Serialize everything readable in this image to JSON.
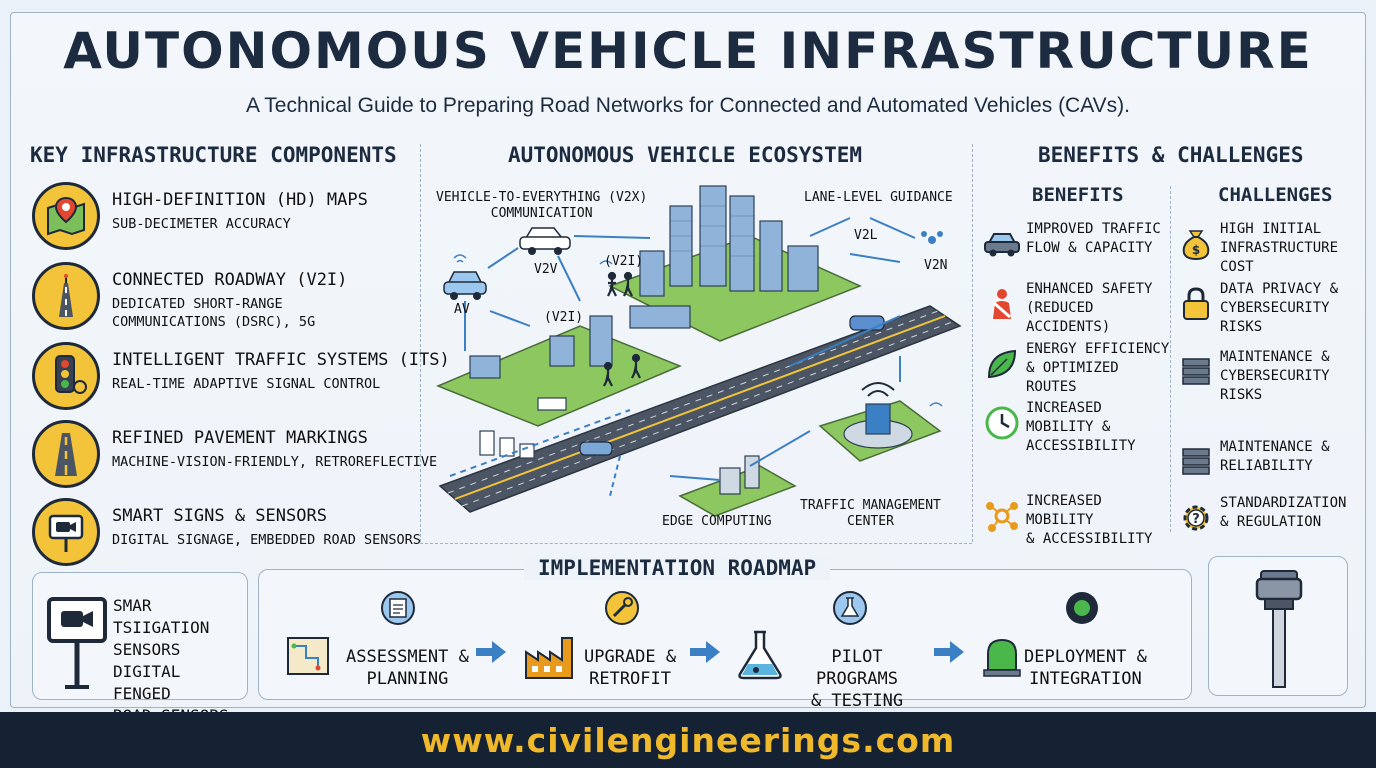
{
  "header": {
    "title": "AUTONOMOUS VEHICLE INFRASTRUCTURE",
    "subtitle": "A Technical Guide to Preparing Road Networks for Connected and Automated Vehicles (CAVs)."
  },
  "components": {
    "heading": "KEY INFRASTRUCTURE COMPONENTS",
    "items": [
      {
        "title": "HIGH-DEFINITION (HD) MAPS",
        "detail": "SUB-DECIMETER ACCURACY",
        "icon": "map-pin-icon"
      },
      {
        "title": "CONNECTED ROADWAY (V2I)",
        "detail": "DEDICATED SHORT-RANGE\nCOMMUNICATIONS (DSRC), 5G",
        "icon": "road-antenna-icon"
      },
      {
        "title": "INTELLIGENT TRAFFIC SYSTEMS (ITS)",
        "detail": "REAL-TIME ADAPTIVE SIGNAL CONTROL",
        "icon": "traffic-light-icon"
      },
      {
        "title": "REFINED PAVEMENT MARKINGS",
        "detail": "MACHINE-VISION-FRIENDLY, RETROREFLECTIVE",
        "icon": "road-markings-icon"
      },
      {
        "title": "SMART SIGNS & SENSORS",
        "detail": "DIGITAL SIGNAGE, EMBEDDED ROAD SENSORS",
        "icon": "camera-sign-icon"
      }
    ]
  },
  "ecosystem": {
    "heading": "AUTONOMOUS VEHICLE ECOSYSTEM",
    "labels": {
      "v2x": "VEHICLE-TO-EVERYTHING (V2X)\nCOMMUNICATION",
      "lane": "LANE-LEVEL GUIDANCE",
      "v2v": "V2V",
      "v2i_a": "(V2I)",
      "v2i_b": "(V2I)",
      "v2l": "V2L",
      "v2n": "V2N",
      "av": "AV",
      "edge": "EDGE COMPUTING",
      "tmc": "TRAFFIC MANAGEMENT\nCENTER"
    }
  },
  "benefits_challenges": {
    "heading": "BENEFITS & CHALLENGES",
    "benefits_heading": "BENEFITS",
    "challenges_heading": "CHALLENGES",
    "benefits": [
      {
        "text": "IMPROVED TRAFFIC\nFLOW & CAPACITY",
        "icon": "car-icon"
      },
      {
        "text": "ENHANCED SAFETY\n(REDUCED ACCIDENTS)",
        "icon": "seatbelt-icon"
      },
      {
        "text": "ENERGY EFFICIENCY\n& OPTIMIZED ROUTES",
        "icon": "leaf-icon"
      },
      {
        "text": "INCREASED\nMOBILITY &\nACCESSIBILITY",
        "icon": "clock-icon"
      },
      {
        "text": "INCREASED MOBILITY\n& ACCESSIBILITY",
        "icon": "network-icon"
      }
    ],
    "challenges": [
      {
        "text": "HIGH INITIAL\nINFRASTRUCTURE COST",
        "icon": "money-bag-icon"
      },
      {
        "text": "DATA PRIVACY &\nCYBERSECURITY RISKS",
        "icon": "padlock-icon"
      },
      {
        "text": "MAINTENANCE &\nCYBERSECURITY RISKS",
        "icon": "server-icon"
      },
      {
        "text": "MAINTENANCE &\nRELIABILITY",
        "icon": "server-icon"
      },
      {
        "text": "STANDARDIZATION\n& REGULATION",
        "icon": "gear-question-icon"
      }
    ]
  },
  "side_box": {
    "text": "SMAR TSIIGATION\nSENSORS\nDIGITAL FENGED\nROAD SENSORS",
    "icon": "camera-sign-icon"
  },
  "roadmap": {
    "heading": "IMPLEMENTATION ROADMAP",
    "steps": [
      {
        "label": "ASSESSMENT &\nPLANNING",
        "icon": "blueprint-icon"
      },
      {
        "label": "UPGRADE &\nRETROFIT",
        "icon": "factory-icon"
      },
      {
        "label": "PILOT PROGRAMS\n& TESTING",
        "icon": "flask-icon"
      },
      {
        "label": "DEPLOYMENT &\nINTEGRATION",
        "icon": "beacon-icon"
      }
    ]
  },
  "sensor_box": {
    "icon": "road-sensor-post-icon"
  },
  "footer": {
    "url": "www.civilengineerings.com"
  },
  "colors": {
    "accent": "#f3c43a",
    "dark": "#152233",
    "footer_text": "#f0b92c",
    "link_blue": "#3b7fc4"
  }
}
